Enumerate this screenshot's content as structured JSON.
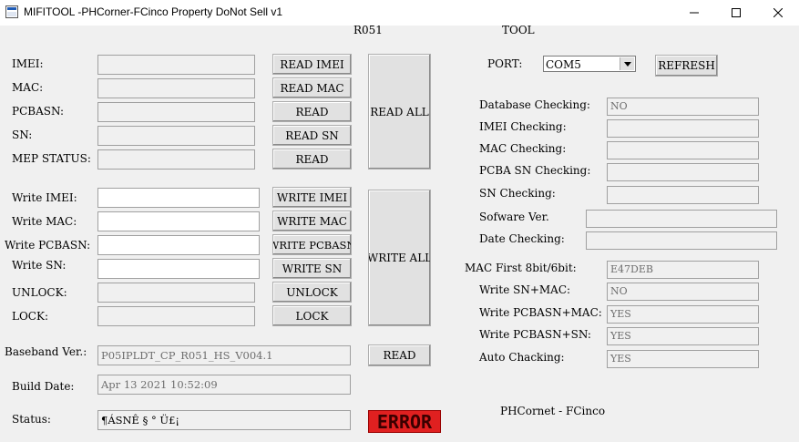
{
  "window": {
    "title": "MIFITOOL -PHCorner-FCinco Property DoNot Sell v1",
    "header_left": "R051",
    "header_right": "TOOL"
  },
  "read_section": {
    "labels": [
      "IMEI:",
      "MAC:",
      "PCBASN:",
      "SN:",
      "MEP STATUS:"
    ],
    "values": [
      "",
      "",
      "",
      "",
      ""
    ],
    "buttons": [
      "READ IMEI",
      "READ MAC",
      "READ",
      "READ SN",
      "READ"
    ],
    "read_all": "READ ALL"
  },
  "write_section": {
    "labels": [
      "Write IMEI:",
      "Write MAC:",
      "Write PCBASN:",
      "Write SN:",
      "UNLOCK:",
      "LOCK:"
    ],
    "values": [
      "",
      "",
      "",
      "",
      "",
      ""
    ],
    "buttons": [
      "WRITE IMEI",
      "WRITE MAC",
      "WRITE PCBASN",
      "WRITE SN",
      "UNLOCK",
      "LOCK"
    ],
    "write_all": "WRITE ALL"
  },
  "info": {
    "baseband_label": "Baseband Ver.:",
    "baseband_value": "P05IPLDT_CP_R051_HS_V004.1",
    "read_button": "READ",
    "build_label": "Build Date:",
    "build_value": "Apr 13 2021  10:52:09",
    "status_label": "Status:",
    "status_value": "¶ÁSNÊ § ° Ü£¡",
    "error_badge": "ERROR"
  },
  "port": {
    "label": "PORT:",
    "selected": "COM5",
    "refresh": "REFRESH"
  },
  "checks": [
    {
      "label": "Database Checking:",
      "value": "NO"
    },
    {
      "label": "IMEI Checking:",
      "value": ""
    },
    {
      "label": "MAC Checking:",
      "value": ""
    },
    {
      "label": "PCBA SN Checking:",
      "value": ""
    },
    {
      "label": "SN Checking:",
      "value": ""
    },
    {
      "label": "Sofware Ver.",
      "value": ""
    },
    {
      "label": "Date Checking:",
      "value": ""
    },
    {
      "label": "MAC First 8bit/6bit:",
      "value": "E47DEB"
    },
    {
      "label": "Write SN+MAC:",
      "value": "NO"
    },
    {
      "label": "Write PCBASN+MAC:",
      "value": "YES"
    },
    {
      "label": "Write PCBASN+SN:",
      "value": "YES"
    },
    {
      "label": "Auto Chacking:",
      "value": "YES"
    }
  ],
  "footer_credit": "PHCornet - FCinco",
  "icons": [
    "app-icon",
    "minimize-icon",
    "maximize-icon",
    "close-icon",
    "chevron-down-icon"
  ]
}
